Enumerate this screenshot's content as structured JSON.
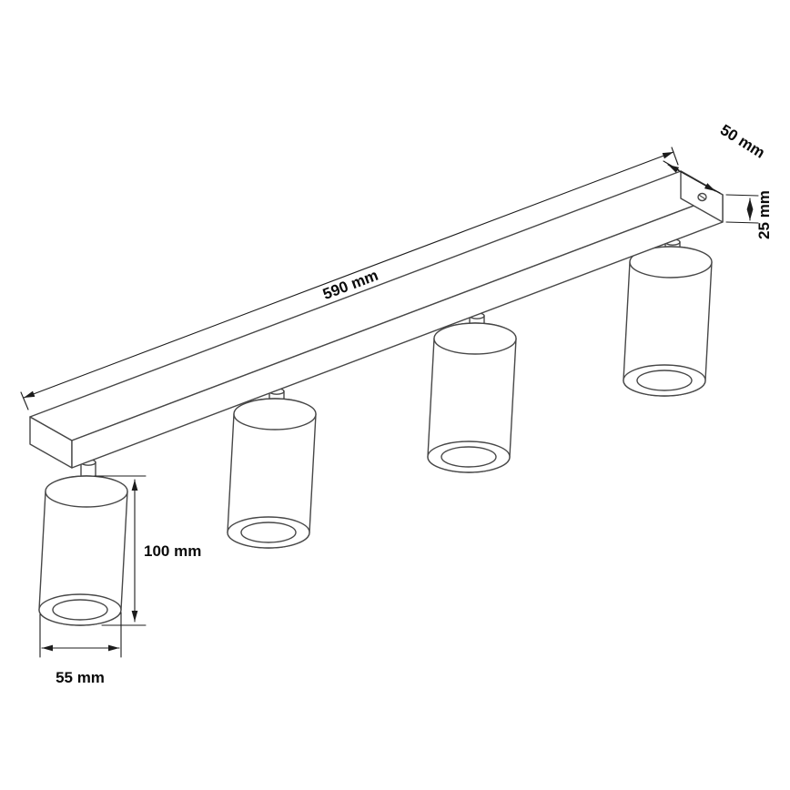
{
  "diagram": {
    "type": "technical-dimension-drawing",
    "colors": {
      "background": "#ffffff",
      "line": "#474747",
      "dimension": "#1c1c1c",
      "text": "#0a0a0a"
    },
    "dimensions": {
      "rail_length": "590 mm",
      "rail_width": "50 mm",
      "rail_height": "25 mm",
      "spotlight_height": "100 mm",
      "spotlight_diameter": "55 mm"
    }
  }
}
